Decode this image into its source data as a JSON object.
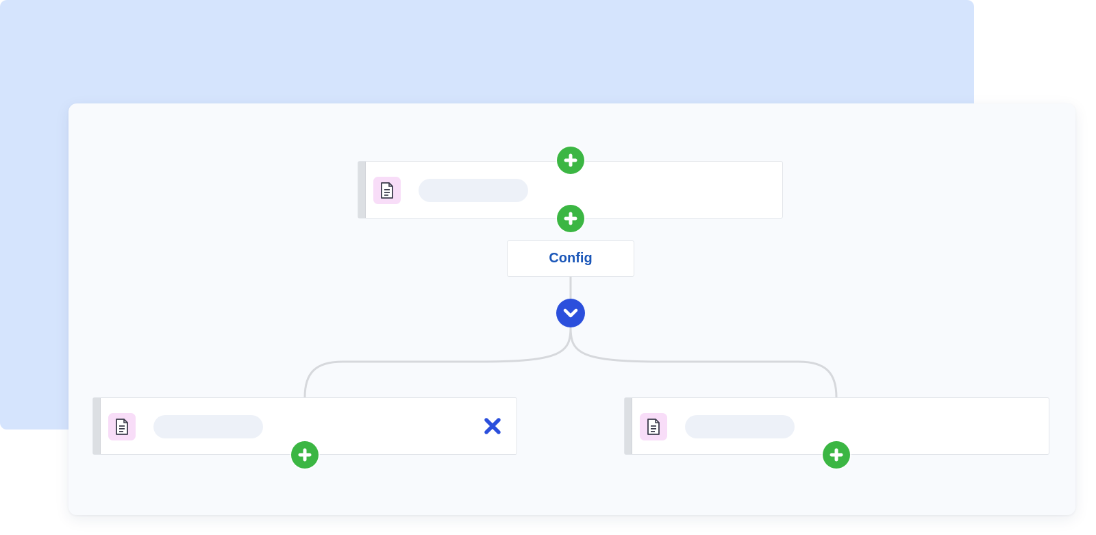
{
  "colors": {
    "backdrop": "#d5e4fd",
    "canvas": "#f8fafd",
    "add_button": "#3bb643",
    "toggle_button": "#2b4fdc",
    "doc_icon_bg": "#f8ddf8",
    "placeholder": "#edf1f8",
    "config_text": "#1a56b8",
    "close_icon": "#2b4fdc",
    "connector": "#d6d8dc"
  },
  "config": {
    "label": "Config"
  },
  "nodes": [
    {
      "id": "top",
      "icon": "document-icon",
      "has_close": false
    },
    {
      "id": "left",
      "icon": "document-icon",
      "has_close": true
    },
    {
      "id": "right",
      "icon": "document-icon",
      "has_close": false
    }
  ],
  "icons": {
    "add": "plus-icon",
    "toggle": "chevron-down-icon",
    "close": "close-icon"
  }
}
